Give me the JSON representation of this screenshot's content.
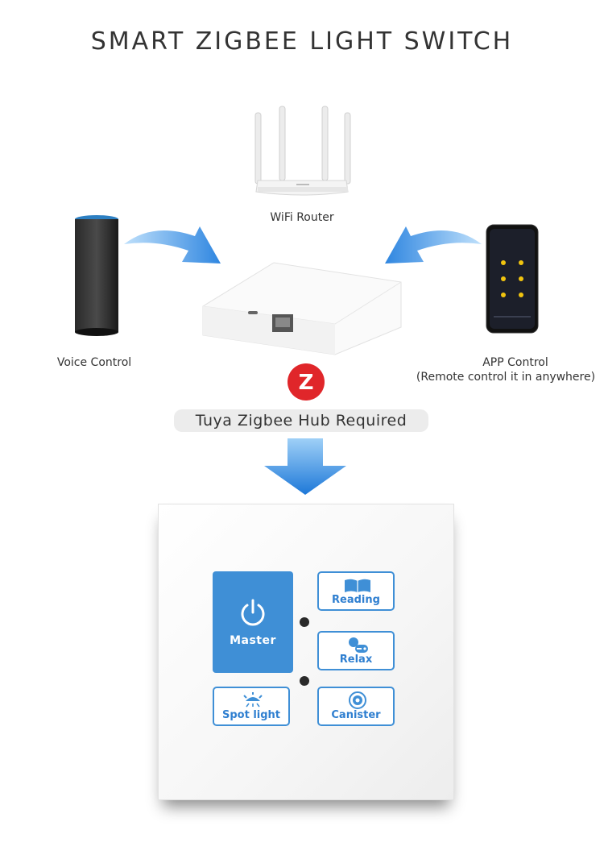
{
  "title": "SMART ZIGBEE LIGHT SWITCH",
  "devices": {
    "router_label": "WiFi Router",
    "voice_label": "Voice Control",
    "app_label": "APP Control",
    "app_sublabel": "(Remote control it in anywhere)"
  },
  "hub": {
    "requirement": "Tuya Zigbee Hub Required",
    "logo_letter": "Z"
  },
  "switch_panel": {
    "keys": [
      {
        "label": "Master",
        "icon": "power-icon"
      },
      {
        "label": "Reading",
        "icon": "book-icon"
      },
      {
        "label": "Relax",
        "icon": "gamepad-icon"
      },
      {
        "label": "Spot light",
        "icon": "spotlight-icon"
      },
      {
        "label": "Canister",
        "icon": "canister-icon"
      }
    ]
  },
  "colors": {
    "key_blue": "#3f8fd6",
    "arrow_blue": "#2f86e0",
    "zigbee_red": "#e0262a"
  }
}
